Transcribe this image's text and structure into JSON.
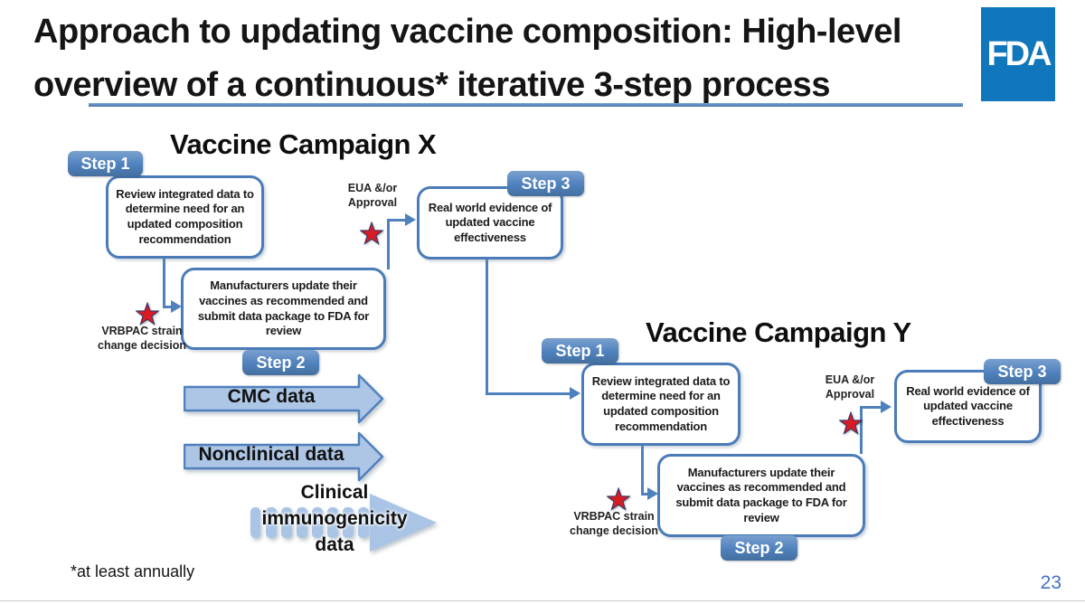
{
  "slide": {
    "title_line1": "Approach to updating vaccine composition: High-level",
    "title_line2": "overview of a continuous* iterative 3-step process",
    "logo_text": "FDA",
    "footnote": "*at least annually",
    "page_number": "23"
  },
  "colors": {
    "accent_blue": "#4f81bd",
    "logo_blue": "#1077bc",
    "arrow_fill": "#aec6e6",
    "star_red": "#d91b24",
    "page_number_blue": "#4472c4"
  },
  "campaign_x": {
    "heading": "Vaccine Campaign X",
    "step1_badge": "Step 1",
    "step2_badge": "Step 2",
    "step3_badge": "Step 3",
    "step1_box": "Review integrated data to determine need for an updated composition recommendation",
    "step2_box": "Manufacturers update their vaccines as recommended and submit data package to FDA for review",
    "step3_box": "Real world evidence of updated vaccine effectiveness",
    "eua_label": "EUA &/or\nApproval",
    "vrbpac_label": "VRBPAC strain\nchange decision"
  },
  "campaign_y": {
    "heading": "Vaccine Campaign Y",
    "step1_badge": "Step 1",
    "step2_badge": "Step 2",
    "step3_badge": "Step 3",
    "step1_box": "Review integrated data to determine need for an updated composition recommendation",
    "step2_box": "Manufacturers update their vaccines as recommended and submit data package to FDA for review",
    "step3_box": "Real world evidence of updated vaccine effectiveness",
    "eua_label": "EUA &/or\nApproval",
    "vrbpac_label": "VRBPAC strain\nchange decision"
  },
  "data_arrows": {
    "cmc": "CMC data",
    "nonclinical": "Nonclinical data",
    "clinical": "Clinical\nimmunogenicity\ndata"
  }
}
